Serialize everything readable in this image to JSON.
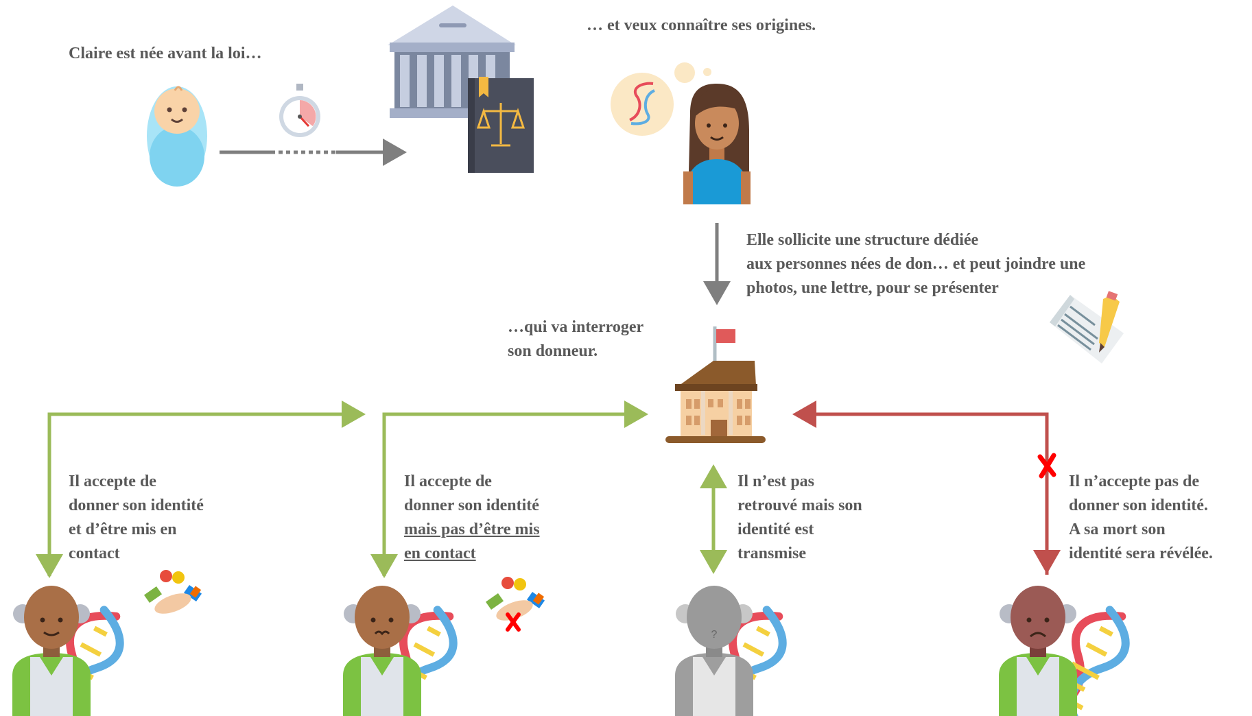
{
  "texts": {
    "born_before_law": "Claire est née avant la loi…",
    "wants_origins": "… et veux connaître ses origines.",
    "request_line1": "Elle sollicite une structure dédiée",
    "request_line2": "aux personnes nées de don… et peut joindre une",
    "request_line3": "photos, une lettre, pour se présenter",
    "query_line1": "…qui va interroger",
    "query_line2": "son donneur.",
    "case1_line1": "Il accepte de",
    "case1_line2": "donner son identité",
    "case1_line3": "et d’être mis en",
    "case1_line4": "contact",
    "case2_line1": "Il accepte de",
    "case2_line2": "donner son identité",
    "case2_line3": "mais pas d’être mis",
    "case2_line4": "en contact",
    "case3_line1": "Il n’est pas",
    "case3_line2": "retrouvé mais son",
    "case3_line3": "identité est",
    "case3_line4": "transmise",
    "case4_line1": "Il n’accepte pas de",
    "case4_line2": "donner son identité.",
    "case4_line3": "A sa mort son",
    "case4_line4": "identité sera révélée."
  },
  "colors": {
    "text": "#595959",
    "accept_arrow": "#9bbb59",
    "refuse_arrow": "#c0504d",
    "neutral_arrow": "#7f7f7f",
    "cross": "#ff0000"
  },
  "icons": [
    "baby-icon",
    "stopwatch-icon",
    "courthouse-icon",
    "law-book-icon",
    "dna-thought-icon",
    "woman-icon",
    "letter-pencil-icon",
    "structure-building-icon",
    "donor-happy-icon",
    "donor-neutral-icon",
    "donor-unknown-icon",
    "donor-sad-icon",
    "dna-helix-icon",
    "handshake-icon",
    "handshake-refused-icon"
  ]
}
